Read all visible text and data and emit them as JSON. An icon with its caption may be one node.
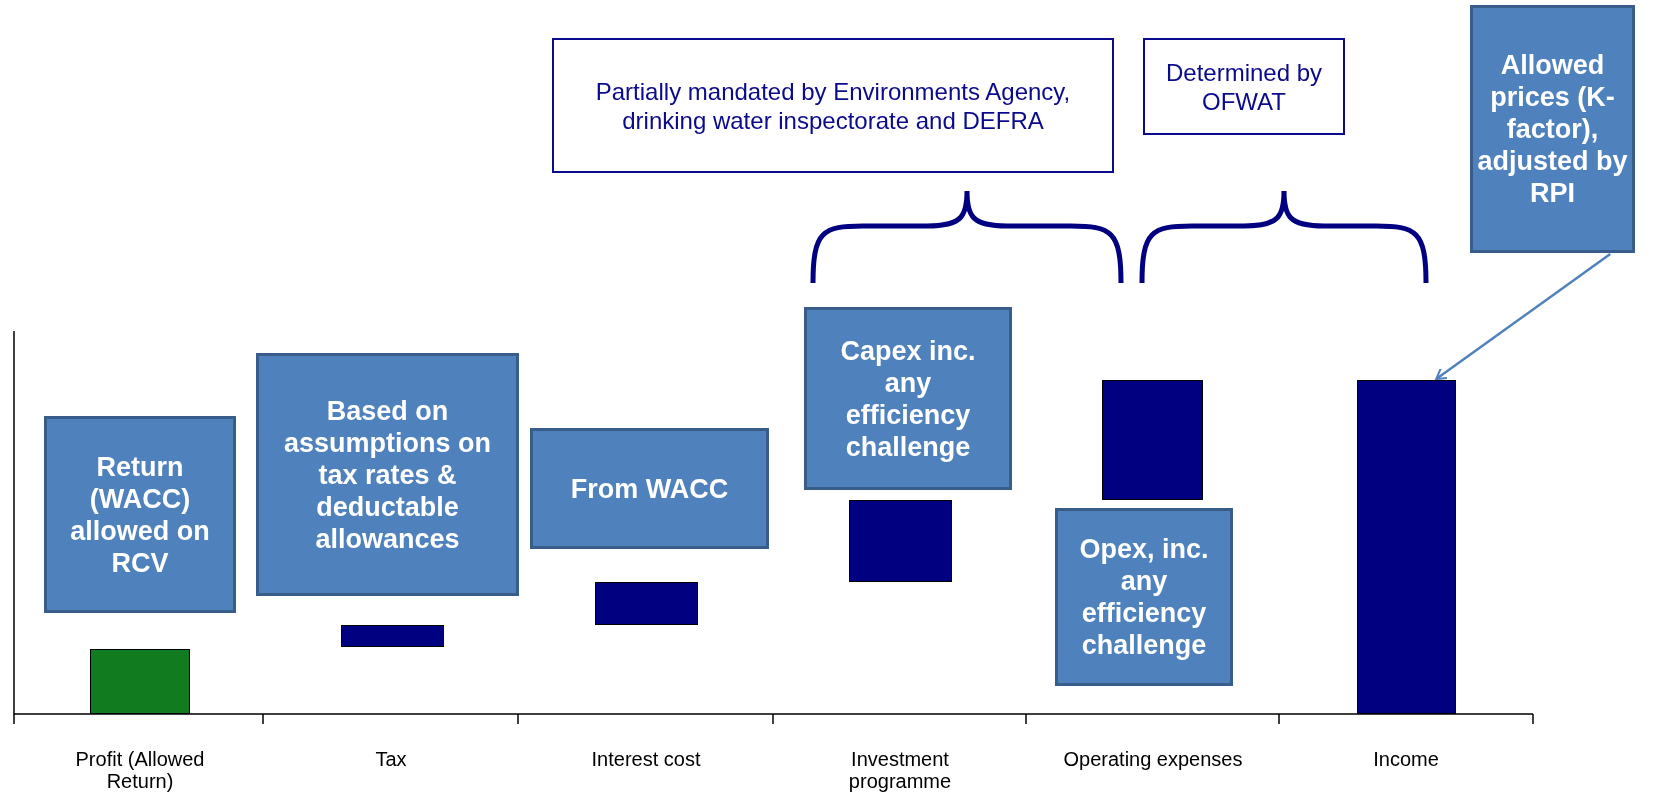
{
  "diagram": {
    "nodes": [
      {
        "text": [
          "Partially mandated by Environments Agency, drinking water inspectorate and DEFRA"
        ]
      },
      {
        "text": [
          "Determined by OFWAT"
        ]
      },
      {
        "text": [
          "Allowed prices (K-factor), adjusted by RPI"
        ]
      },
      {
        "text": [
          "Capex inc. any efficiency challenge"
        ]
      },
      {
        "text": [
          "Based on assumptions on tax rates & deductable allowances"
        ]
      },
      {
        "text": [
          "Return (WACC) allowed on RCV"
        ]
      },
      {
        "text": [
          "From WACC"
        ]
      },
      {
        "text": [
          "Opex, inc. any efficiency challenge"
        ]
      },
      {
        "text": [],
        "shape": "bar"
      },
      {
        "text": [],
        "shape": "bar"
      },
      {
        "text": [],
        "shape": "bar"
      },
      {
        "text": [],
        "shape": "bar"
      },
      {
        "text": [],
        "shape": "bar"
      },
      {
        "text": [],
        "shape": "bar"
      }
    ],
    "edges": [
      {
        "from": 2,
        "to": 13,
        "arrow": "to"
      }
    ],
    "labels": [
      "Profit (Allowed Return)",
      "Tax",
      "Interest cost",
      "Investment programme",
      "Operating expenses",
      "Income"
    ]
  }
}
